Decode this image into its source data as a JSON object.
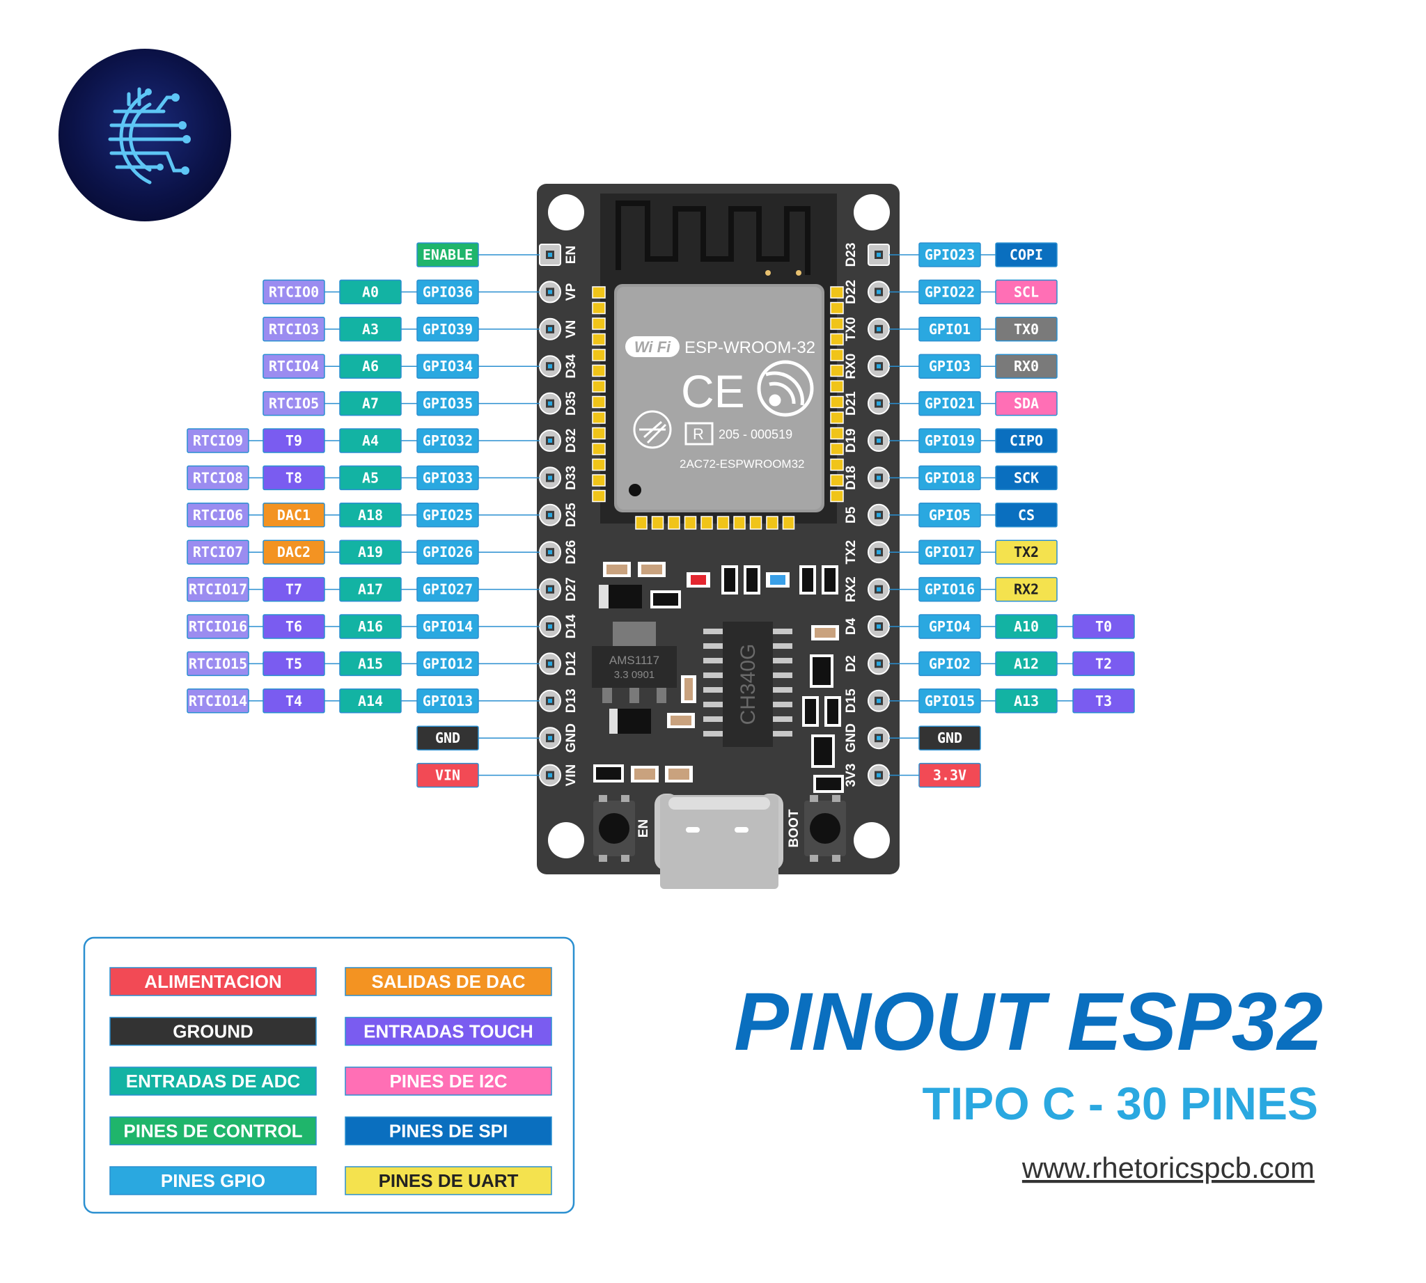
{
  "colors": {
    "power": "#f24a55",
    "ground": "#333333",
    "adc": "#13b3a3",
    "control": "#1fb56b",
    "gpio": "#2aa8e0",
    "dac": "#f39322",
    "touch": "#7a5cf0",
    "i2c": "#ff6fb5",
    "spi": "#0a6fbf",
    "uart": "#f4e24e",
    "uart_gray": "#7a7a7a",
    "rtc": "#9b8cf0",
    "board": "#3b3b3b"
  },
  "board": {
    "module_name": "ESP-WROOM-32",
    "wifi_text": "Wi Fi",
    "ce_mark": "CE",
    "cert_r": "R",
    "cert_code": "205 - 000519",
    "fcc_id": "2AC72-ESPWROOM32",
    "regulator_name": "AMS1117",
    "regulator_value": "3.3 0901",
    "usb_chip": "CH340G",
    "button_en": "EN",
    "button_boot": "BOOT"
  },
  "left_pins": [
    {
      "pin": "EN",
      "labels": [
        {
          "t": "ENABLE",
          "c": "control"
        }
      ]
    },
    {
      "pin": "VP",
      "labels": [
        {
          "t": "GPIO36",
          "c": "gpio"
        },
        {
          "t": "A0",
          "c": "adc"
        },
        {
          "t": "RTCIO0",
          "c": "rtc"
        }
      ]
    },
    {
      "pin": "VN",
      "labels": [
        {
          "t": "GPIO39",
          "c": "gpio"
        },
        {
          "t": "A3",
          "c": "adc"
        },
        {
          "t": "RTCIO3",
          "c": "rtc"
        }
      ]
    },
    {
      "pin": "D34",
      "labels": [
        {
          "t": "GPIO34",
          "c": "gpio"
        },
        {
          "t": "A6",
          "c": "adc"
        },
        {
          "t": "RTCIO4",
          "c": "rtc"
        }
      ]
    },
    {
      "pin": "D35",
      "labels": [
        {
          "t": "GPIO35",
          "c": "gpio"
        },
        {
          "t": "A7",
          "c": "adc"
        },
        {
          "t": "RTCIO5",
          "c": "rtc"
        }
      ]
    },
    {
      "pin": "D32",
      "labels": [
        {
          "t": "GPIO32",
          "c": "gpio"
        },
        {
          "t": "A4",
          "c": "adc"
        },
        {
          "t": "T9",
          "c": "touch"
        },
        {
          "t": "RTCIO9",
          "c": "rtc"
        }
      ]
    },
    {
      "pin": "D33",
      "labels": [
        {
          "t": "GPIO33",
          "c": "gpio"
        },
        {
          "t": "A5",
          "c": "adc"
        },
        {
          "t": "T8",
          "c": "touch"
        },
        {
          "t": "RTCIO8",
          "c": "rtc"
        }
      ]
    },
    {
      "pin": "D25",
      "labels": [
        {
          "t": "GPIO25",
          "c": "gpio"
        },
        {
          "t": "A18",
          "c": "adc"
        },
        {
          "t": "DAC1",
          "c": "dac"
        },
        {
          "t": "RTCIO6",
          "c": "rtc"
        }
      ]
    },
    {
      "pin": "D26",
      "labels": [
        {
          "t": "GPIO26",
          "c": "gpio"
        },
        {
          "t": "A19",
          "c": "adc"
        },
        {
          "t": "DAC2",
          "c": "dac"
        },
        {
          "t": "RTCIO7",
          "c": "rtc"
        }
      ]
    },
    {
      "pin": "D27",
      "labels": [
        {
          "t": "GPIO27",
          "c": "gpio"
        },
        {
          "t": "A17",
          "c": "adc"
        },
        {
          "t": "T7",
          "c": "touch"
        },
        {
          "t": "RTCIO17",
          "c": "rtc"
        }
      ]
    },
    {
      "pin": "D14",
      "labels": [
        {
          "t": "GPIO14",
          "c": "gpio"
        },
        {
          "t": "A16",
          "c": "adc"
        },
        {
          "t": "T6",
          "c": "touch"
        },
        {
          "t": "RTCIO16",
          "c": "rtc"
        }
      ]
    },
    {
      "pin": "D12",
      "labels": [
        {
          "t": "GPIO12",
          "c": "gpio"
        },
        {
          "t": "A15",
          "c": "adc"
        },
        {
          "t": "T5",
          "c": "touch"
        },
        {
          "t": "RTCIO15",
          "c": "rtc"
        }
      ]
    },
    {
      "pin": "D13",
      "labels": [
        {
          "t": "GPIO13",
          "c": "gpio"
        },
        {
          "t": "A14",
          "c": "adc"
        },
        {
          "t": "T4",
          "c": "touch"
        },
        {
          "t": "RTCIO14",
          "c": "rtc"
        }
      ]
    },
    {
      "pin": "GND",
      "labels": [
        {
          "t": "GND",
          "c": "ground"
        }
      ]
    },
    {
      "pin": "VIN",
      "labels": [
        {
          "t": "VIN",
          "c": "power"
        }
      ]
    }
  ],
  "right_pins": [
    {
      "pin": "D23",
      "labels": [
        {
          "t": "GPIO23",
          "c": "gpio"
        },
        {
          "t": "COPI",
          "c": "spi"
        }
      ]
    },
    {
      "pin": "D22",
      "labels": [
        {
          "t": "GPIO22",
          "c": "gpio"
        },
        {
          "t": "SCL",
          "c": "i2c"
        }
      ]
    },
    {
      "pin": "TX0",
      "labels": [
        {
          "t": "GPIO1",
          "c": "gpio"
        },
        {
          "t": "TX0",
          "c": "uart_gray"
        }
      ]
    },
    {
      "pin": "RX0",
      "labels": [
        {
          "t": "GPIO3",
          "c": "gpio"
        },
        {
          "t": "RX0",
          "c": "uart_gray"
        }
      ]
    },
    {
      "pin": "D21",
      "labels": [
        {
          "t": "GPIO21",
          "c": "gpio"
        },
        {
          "t": "SDA",
          "c": "i2c"
        }
      ]
    },
    {
      "pin": "D19",
      "labels": [
        {
          "t": "GPIO19",
          "c": "gpio"
        },
        {
          "t": "CIPO",
          "c": "spi"
        }
      ]
    },
    {
      "pin": "D18",
      "labels": [
        {
          "t": "GPIO18",
          "c": "gpio"
        },
        {
          "t": "SCK",
          "c": "spi"
        }
      ]
    },
    {
      "pin": "D5",
      "labels": [
        {
          "t": "GPIO5",
          "c": "gpio"
        },
        {
          "t": "CS",
          "c": "spi"
        }
      ]
    },
    {
      "pin": "TX2",
      "labels": [
        {
          "t": "GPIO17",
          "c": "gpio"
        },
        {
          "t": "TX2",
          "c": "uart"
        }
      ]
    },
    {
      "pin": "RX2",
      "labels": [
        {
          "t": "GPIO16",
          "c": "gpio"
        },
        {
          "t": "RX2",
          "c": "uart"
        }
      ]
    },
    {
      "pin": "D4",
      "labels": [
        {
          "t": "GPIO4",
          "c": "gpio"
        },
        {
          "t": "A10",
          "c": "adc"
        },
        {
          "t": "T0",
          "c": "touch"
        }
      ]
    },
    {
      "pin": "D2",
      "labels": [
        {
          "t": "GPIO2",
          "c": "gpio"
        },
        {
          "t": "A12",
          "c": "adc"
        },
        {
          "t": "T2",
          "c": "touch"
        }
      ]
    },
    {
      "pin": "D15",
      "labels": [
        {
          "t": "GPIO15",
          "c": "gpio"
        },
        {
          "t": "A13",
          "c": "adc"
        },
        {
          "t": "T3",
          "c": "touch"
        }
      ]
    },
    {
      "pin": "GND",
      "labels": [
        {
          "t": "GND",
          "c": "ground"
        }
      ]
    },
    {
      "pin": "3V3",
      "labels": [
        {
          "t": "3.3V",
          "c": "power"
        }
      ]
    }
  ],
  "legend": [
    {
      "t": "ALIMENTACION",
      "c": "power"
    },
    {
      "t": "SALIDAS DE DAC",
      "c": "dac"
    },
    {
      "t": "GROUND",
      "c": "ground"
    },
    {
      "t": "ENTRADAS TOUCH",
      "c": "touch"
    },
    {
      "t": "ENTRADAS DE ADC",
      "c": "adc"
    },
    {
      "t": "PINES DE I2C",
      "c": "i2c"
    },
    {
      "t": "PINES DE CONTROL",
      "c": "control"
    },
    {
      "t": "PINES DE SPI",
      "c": "spi"
    },
    {
      "t": "PINES GPIO",
      "c": "gpio"
    },
    {
      "t": "PINES DE UART",
      "c": "uart"
    }
  ],
  "title": "PINOUT ESP32",
  "subtitle": "TIPO C - 30 PINES",
  "website": "www.rhetoricspcb.com"
}
